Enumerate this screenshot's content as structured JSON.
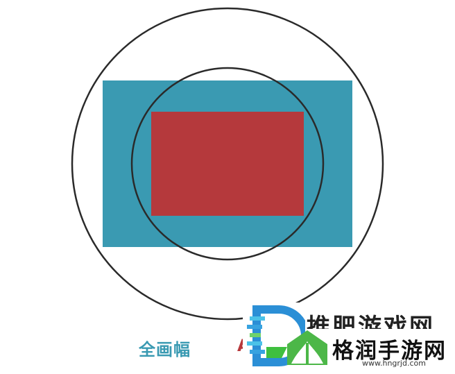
{
  "diagram": {
    "outer_frame_color": "#3a9ab2",
    "inner_frame_color": "#b5393c",
    "circle_stroke_color": "#2a2a2a",
    "caption_full": "全画幅",
    "caption_partial_char": "A"
  },
  "watermark": {
    "top_text": "推肥游戏网",
    "main_text": "格润手游网",
    "url_text": "www.hngrjd.com",
    "logo_icon": "game-logo-icon",
    "badge_icon": "grass-badge-icon"
  }
}
